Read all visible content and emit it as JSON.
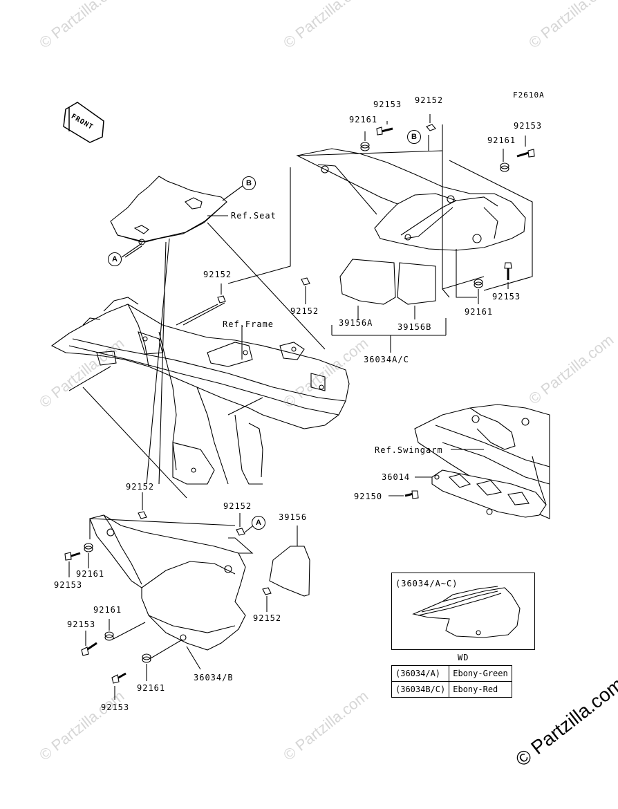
{
  "figure_code": "F2610A",
  "front_label": "FRONT",
  "watermark_text": "© Partzilla.com",
  "copyright_text": "© Partzilla.com",
  "callouts": {
    "A": "A",
    "B": "B"
  },
  "references": {
    "seat": "Ref.Seat",
    "frame": "Ref.Frame",
    "swingarm": "Ref.Swingarm"
  },
  "part_numbers": {
    "p92153_top": "92153",
    "p92152_top": "92152",
    "p92161_top": "92161",
    "p92153_right": "92153",
    "p92161_right": "92161",
    "p92152_mid": "92152",
    "p92152_center": "92152",
    "p39156A": "39156A",
    "p39156B": "39156B",
    "p36034AC": "36034A/C",
    "p92161_right_lower": "92161",
    "p92153_right_lower": "92153",
    "p36014": "36014",
    "p92150": "92150",
    "p92152_left_low": "92152",
    "p92152_center_low": "92152",
    "p39156": "39156",
    "p92161_left": "92161",
    "p92153_left": "92153",
    "p92161_left2": "92161",
    "p92153_left2": "92153",
    "p92152_low": "92152",
    "p92161_left3": "92161",
    "p92153_left3": "92153",
    "p36034B": "36034/B"
  },
  "inset": {
    "label": "(36034/A~C)"
  },
  "wd_table": {
    "header": "WD",
    "rows": [
      {
        "part": "(36034/A)",
        "color": "Ebony-Green"
      },
      {
        "part": "(36034B/C)",
        "color": "Ebony-Red"
      }
    ]
  }
}
